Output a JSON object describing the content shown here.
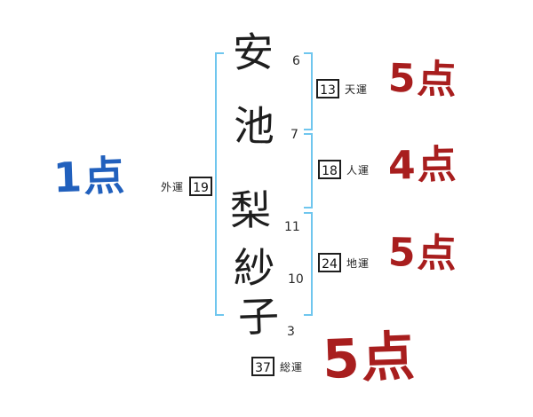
{
  "name": {
    "chars": [
      {
        "char": "安",
        "strokes": "6"
      },
      {
        "char": "池",
        "strokes": "7"
      },
      {
        "char": "梨",
        "strokes": "11"
      },
      {
        "char": "紗",
        "strokes": "10"
      },
      {
        "char": "子",
        "strokes": "3"
      }
    ]
  },
  "fortunes": {
    "ten": {
      "label": "天運",
      "value": "13",
      "score": "5点"
    },
    "jin": {
      "label": "人運",
      "value": "18",
      "score": "4点"
    },
    "chi": {
      "label": "地運",
      "value": "24",
      "score": "5点"
    },
    "gai": {
      "label": "外運",
      "value": "19",
      "score": "1点"
    },
    "sou": {
      "label": "総運",
      "value": "37",
      "score": "5点"
    }
  },
  "colors": {
    "bracket_blue": "#6fc6ee",
    "score_red": "#a81e1e",
    "score_blue": "#2160bd",
    "ink_black": "#1e1e1e"
  }
}
